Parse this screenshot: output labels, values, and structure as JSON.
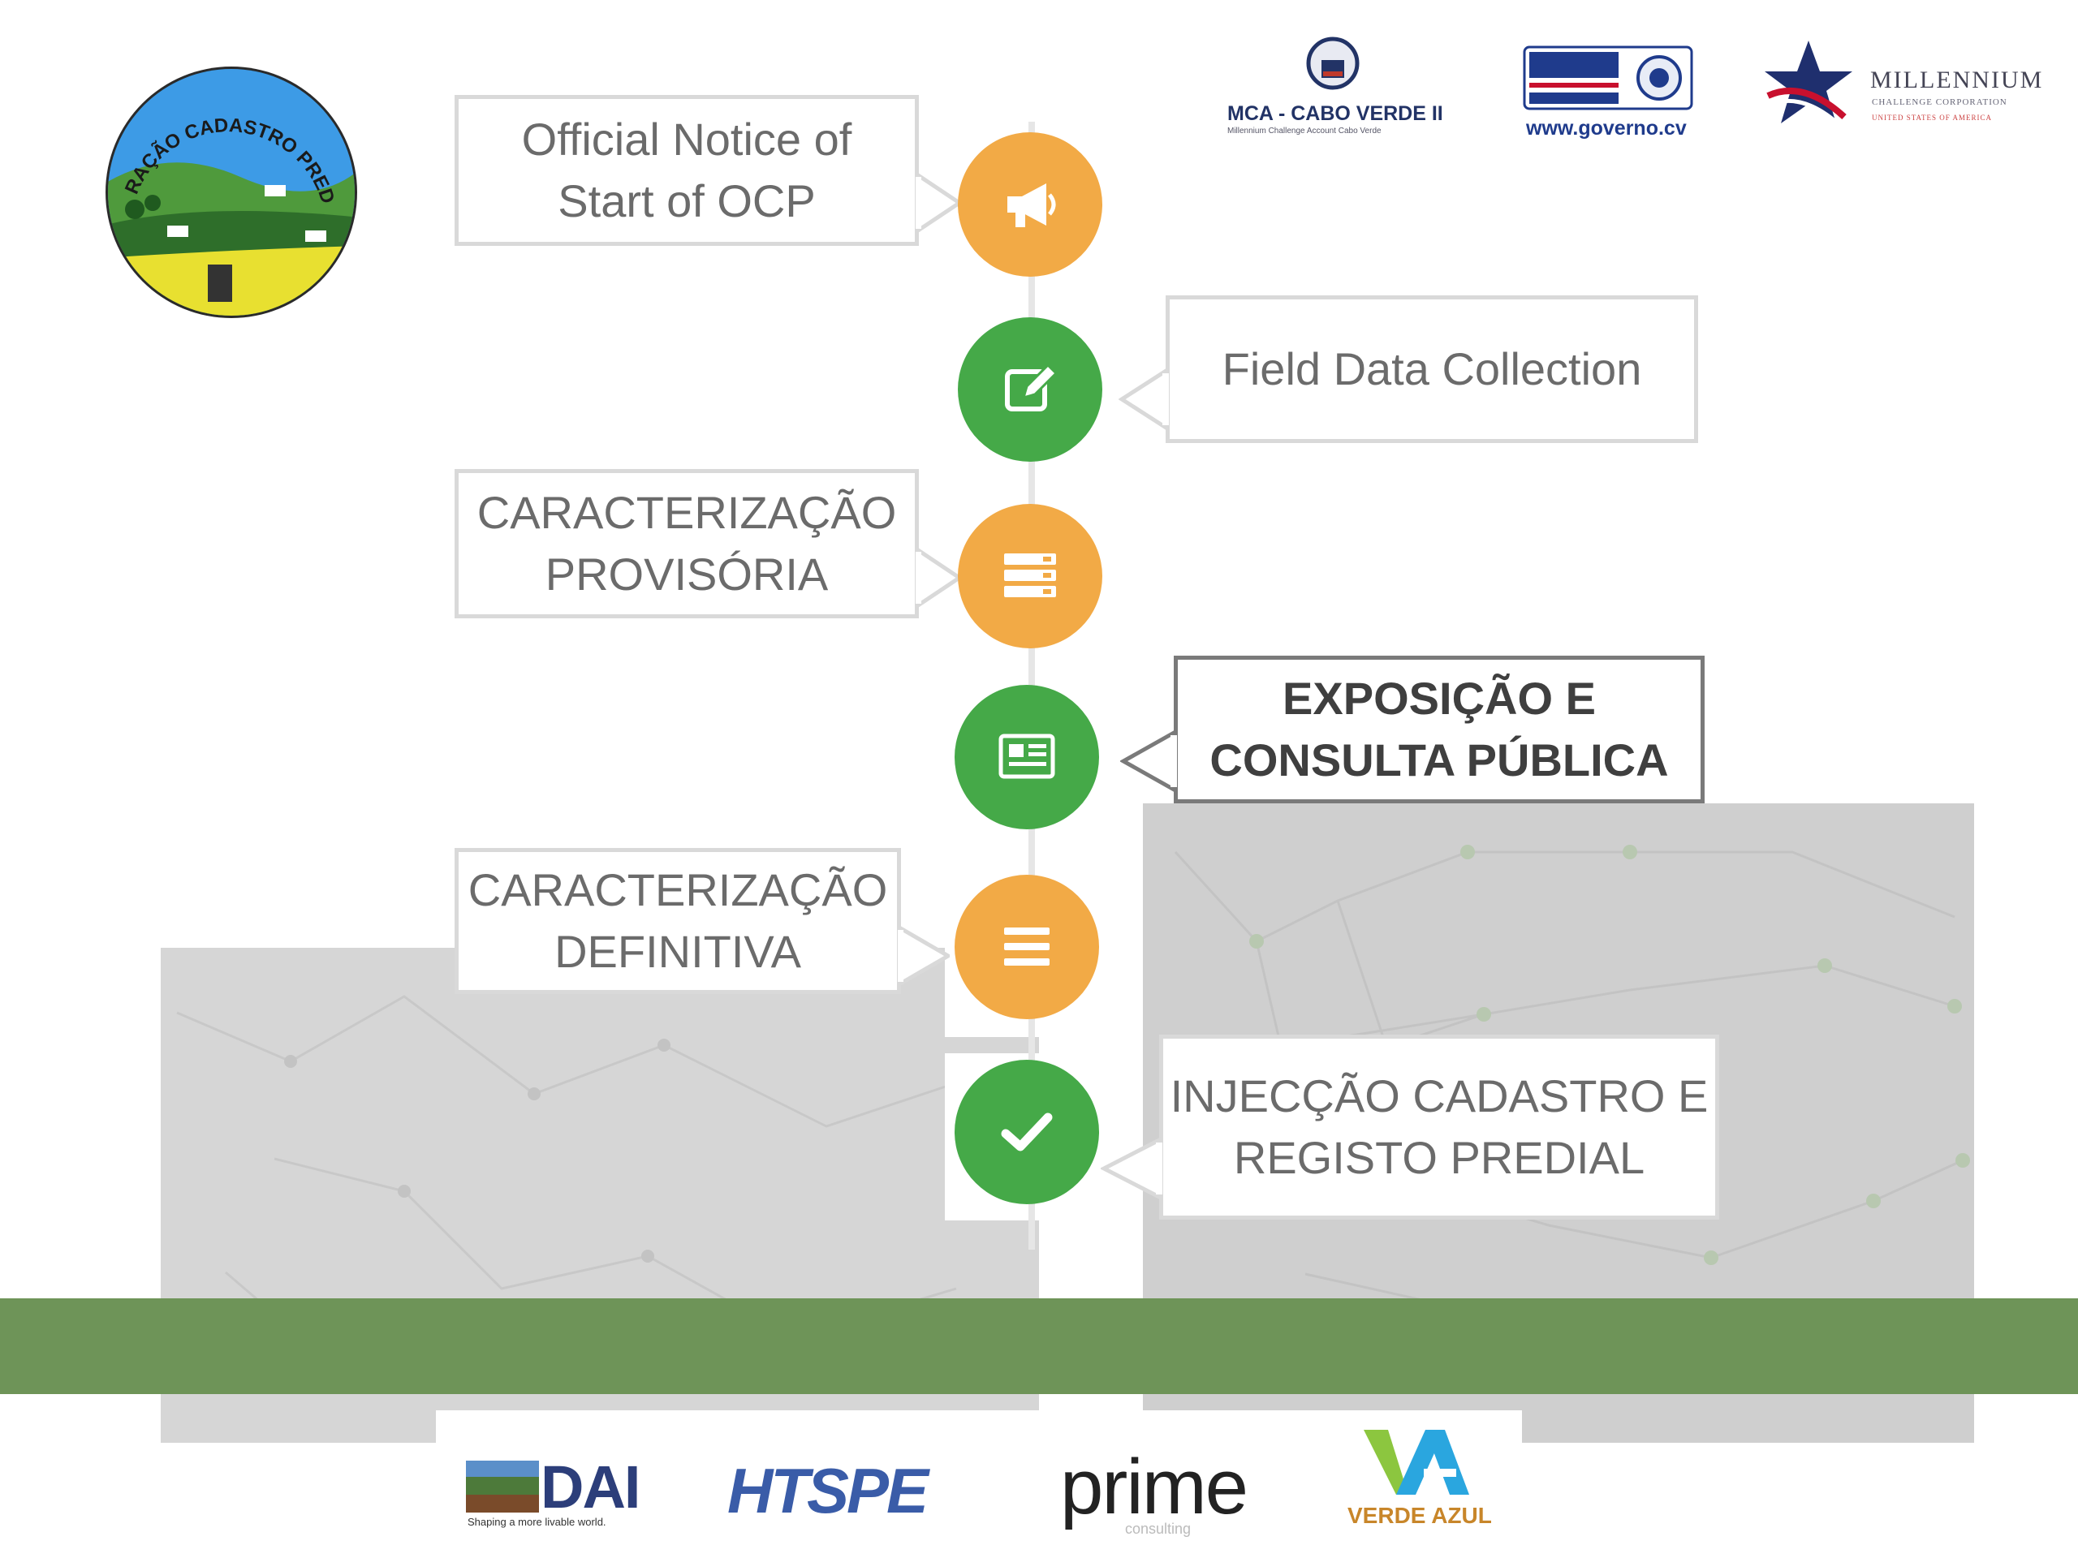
{
  "logos": {
    "ocp_seal_text": "OPERAÇÃO CADASTRO PREDIAL",
    "mca_name": "MCA -  CABO VERDE II",
    "mca_sub": "Millennium Challenge Account Cabo Verde",
    "gov_url": "www.governo.cv",
    "mcc_name": "MILLENNIUM",
    "mcc_sub": "CHALLENGE CORPORATION",
    "mcc_sub2": "UNITED STATES OF AMERICA",
    "dai": "DAI",
    "dai_tagline": "Shaping a more livable world.",
    "htspe": "HTSPE",
    "prime": "prime",
    "prime_sub": "consulting",
    "verde_azul": "VERDE AZUL"
  },
  "steps": [
    {
      "label": "Official Notice of\nStart of OCP",
      "icon": "megaphone-icon",
      "color": "orange"
    },
    {
      "label": "Field Data Collection",
      "icon": "edit-icon",
      "color": "green"
    },
    {
      "label": "CARACTERIZAÇÃO\nPROVISÓRIA",
      "icon": "server-icon",
      "color": "orange"
    },
    {
      "label": "EXPOSIÇÃO E\nCONSULTA PÚBLICA",
      "icon": "newspaper-icon",
      "color": "green"
    },
    {
      "label": "CARACTERIZAÇÃO\nDEFINITIVA",
      "icon": "menu-icon",
      "color": "orange"
    },
    {
      "label": "INJECÇÃO CADASTRO E\nREGISTO PREDIAL",
      "icon": "check-icon",
      "color": "green"
    }
  ],
  "colors": {
    "orange": "#f2aa46",
    "green": "#45a948",
    "band": "#6e9458",
    "map": "#cfcfcf"
  }
}
